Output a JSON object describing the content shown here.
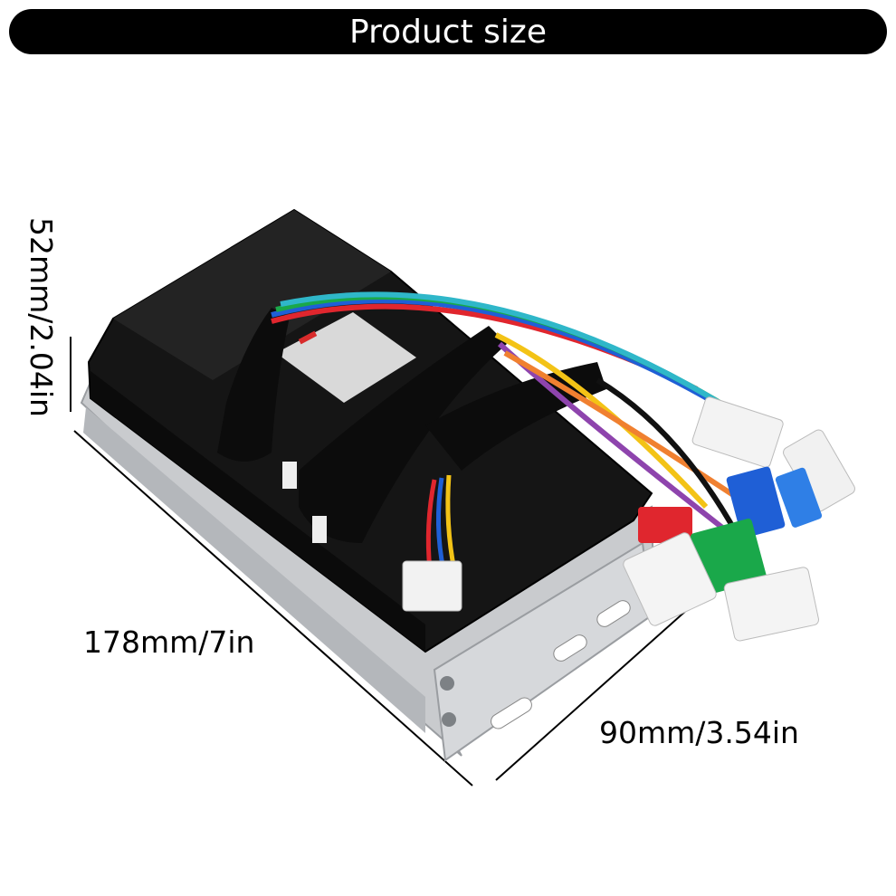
{
  "header": {
    "title": "Product size"
  },
  "dimensions": {
    "height": "52mm/2.04in",
    "length": "178mm/7in",
    "width": "90mm/3.54in"
  },
  "colors": {
    "title_bar": "#000000",
    "title_text": "#ffffff",
    "controller_body": "#111111",
    "heatsink": "#c9cbce",
    "wire_colors": [
      "#e0262e",
      "#1f5fd6",
      "#1aa84a",
      "#f3c316",
      "#111111",
      "#8e44ad",
      "#ffffff",
      "#2fb7c9",
      "#f08030"
    ]
  }
}
